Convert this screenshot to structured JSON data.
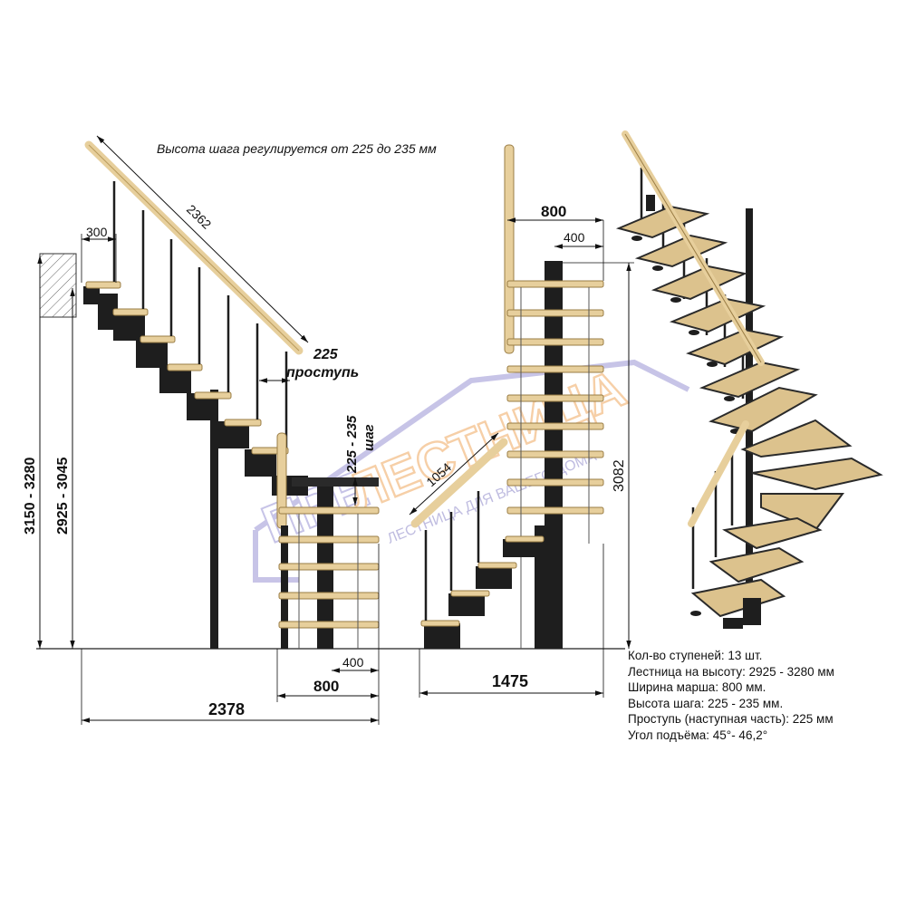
{
  "note": "Высота шага регулируется от 225 до 235 мм",
  "watermark": {
    "brand": "ЛЕСТНИЦА",
    "prefix": "ПРЕ",
    "slogan": "ЛЕСТНИЦА ДЛЯ ВАШЕГО ДОМА"
  },
  "side_view": {
    "handrail_length": "2362",
    "top_offset": "300",
    "tread_label_value": "225",
    "tread_label_word": "проступь",
    "rise_label_value": "225 - 235",
    "rise_label_word": "шаг",
    "height_outer": "3150 - 3280",
    "height_inner": "2925 - 3045",
    "bottom_offset": "400",
    "bottom_width": "800",
    "total_length": "2378"
  },
  "front_view": {
    "width_top": "800",
    "width_half": "400",
    "lower_handrail": "1054",
    "height": "3082",
    "total_width": "1475"
  },
  "specs": [
    "Кол-во ступеней: 13 шт.",
    "Лестница на высоту: 2925 - 3280 мм",
    "Ширина марша: 800 мм.",
    "Высота шага: 225 - 235 мм.",
    "Проступь (наступная часть): 225 мм",
    "Угол подъёма: 45°- 46,2°"
  ],
  "colors": {
    "wood": "#e7cf9c",
    "wood_edge": "#b89a5c",
    "metal": "#1e1e1e",
    "watermark": "#8c86c8",
    "watermark_orange": "#f0a860"
  }
}
